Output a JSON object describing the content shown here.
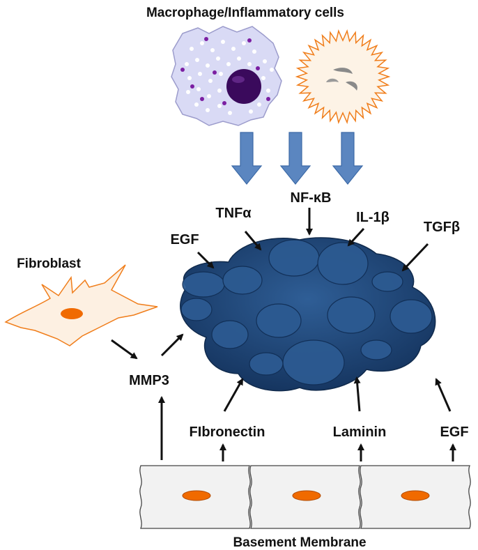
{
  "title": "Macrophage/Inflammatory cells",
  "labels": {
    "fibroblast": "Fibroblast",
    "tnf": "TNFα",
    "nfkb": "NF-κB",
    "il1": "IL-1β",
    "egf_top": "EGF",
    "tgf": "TGFβ",
    "mmp3": "MMP3",
    "fibronectin": "FIbronectin",
    "laminin": "Laminin",
    "egf_bottom": "EGF",
    "membrane": "Basement Membrane"
  },
  "colors": {
    "macrophage_fill": "#d9daf5",
    "macrophage_nucleus": "#3a0a5c",
    "granule": "#7b1fa2",
    "neutrophil_outline": "#f07d1a",
    "neutrophil_fill": "#fdf3e6",
    "block_arrow": "#5b86c0",
    "tumor_dark": "#1b3c68",
    "tumor_light": "#2c5a91",
    "fibroblast_outline": "#f07d1a",
    "nucleus_orange": "#f06a00",
    "membrane_fill": "#f2f2f2"
  },
  "icons": [
    "macrophage-cell-icon",
    "inflammatory-cell-icon",
    "fibroblast-cell-icon",
    "tumor-mass-icon",
    "basement-membrane-icon"
  ]
}
